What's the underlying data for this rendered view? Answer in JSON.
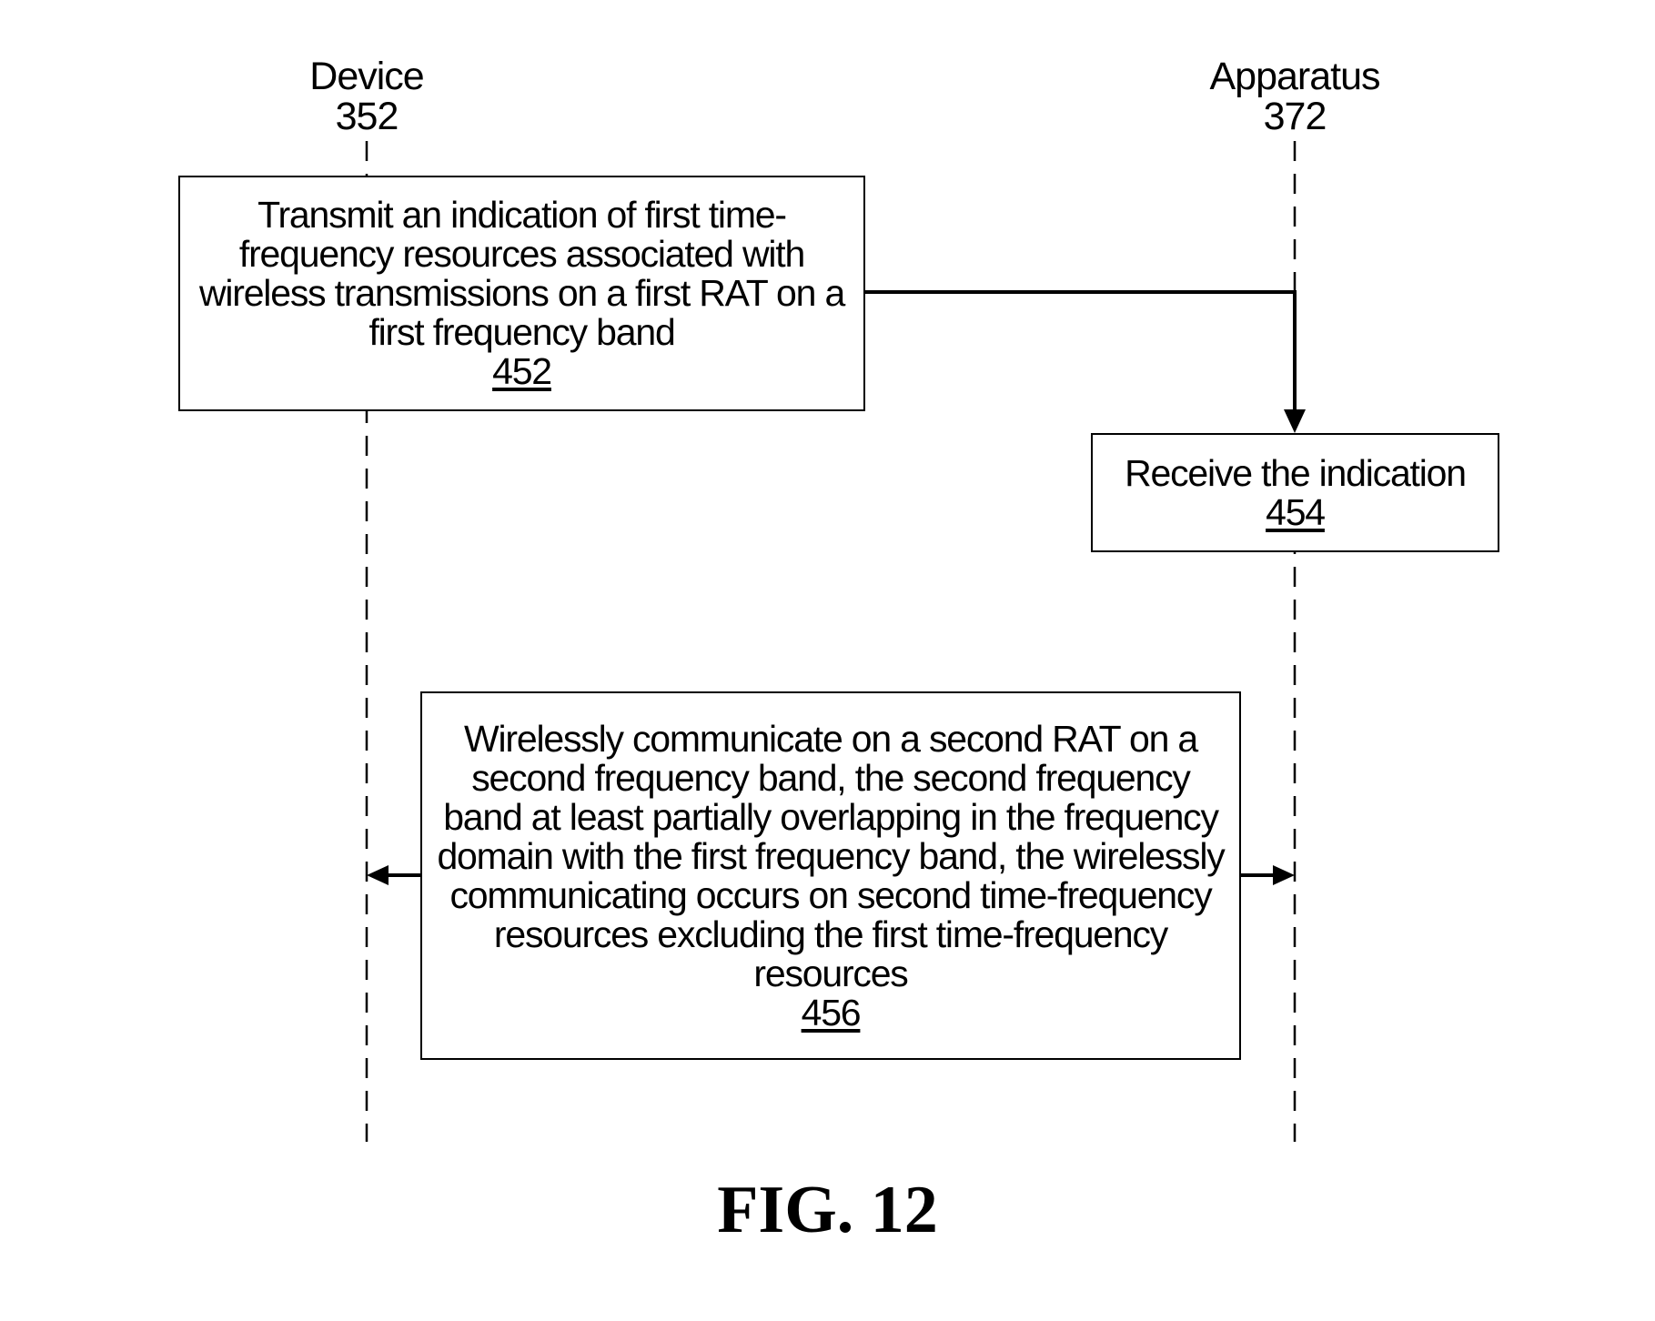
{
  "entities": [
    {
      "name": "Device",
      "ref": "352"
    },
    {
      "name": "Apparatus",
      "ref": "372"
    }
  ],
  "steps": [
    {
      "text": "Transmit an indication of first time-frequency resources associated with wireless transmissions on a first RAT on a first frequency band",
      "ref": "452"
    },
    {
      "text": "Receive the indication",
      "ref": "454"
    },
    {
      "text": "Wirelessly communicate on a second RAT on a second frequency band, the second frequency band at least partially overlapping in the frequency domain with the first frequency band, the wirelessly communicating occurs on second time-frequency resources excluding the first time-frequency resources",
      "ref": "456"
    }
  ],
  "caption": "FIG. 12"
}
